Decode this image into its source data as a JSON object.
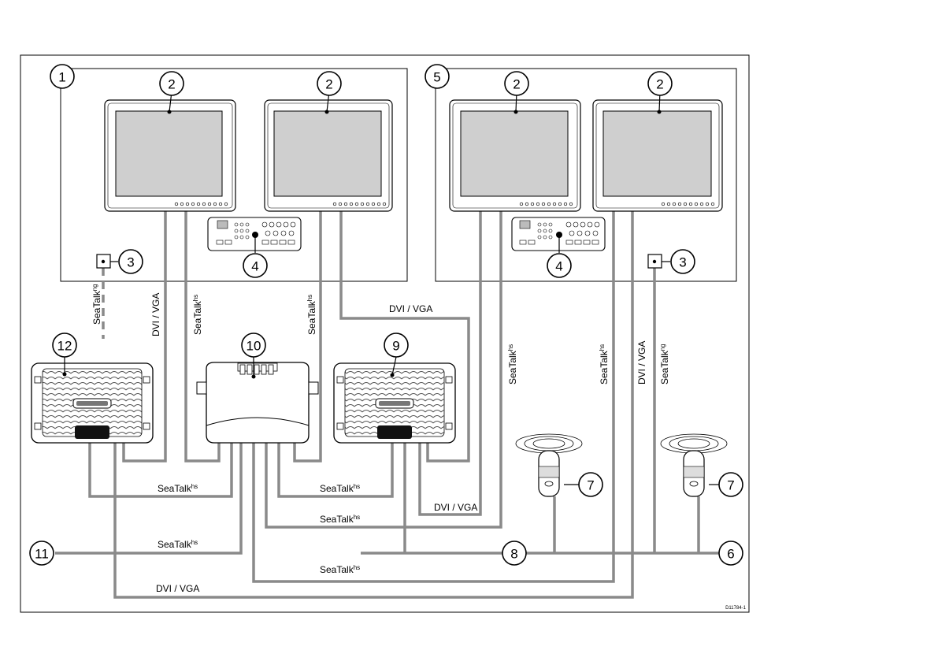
{
  "labels": {
    "dvi_vga": "DVI / VGA",
    "seatalk": "SeaTalk",
    "hs": "hs",
    "ng": "ng"
  },
  "callouts": [
    "1",
    "2",
    "3",
    "4",
    "5",
    "6",
    "7",
    "8",
    "9",
    "10",
    "11",
    "12"
  ],
  "footer_code": "D11784-1"
}
